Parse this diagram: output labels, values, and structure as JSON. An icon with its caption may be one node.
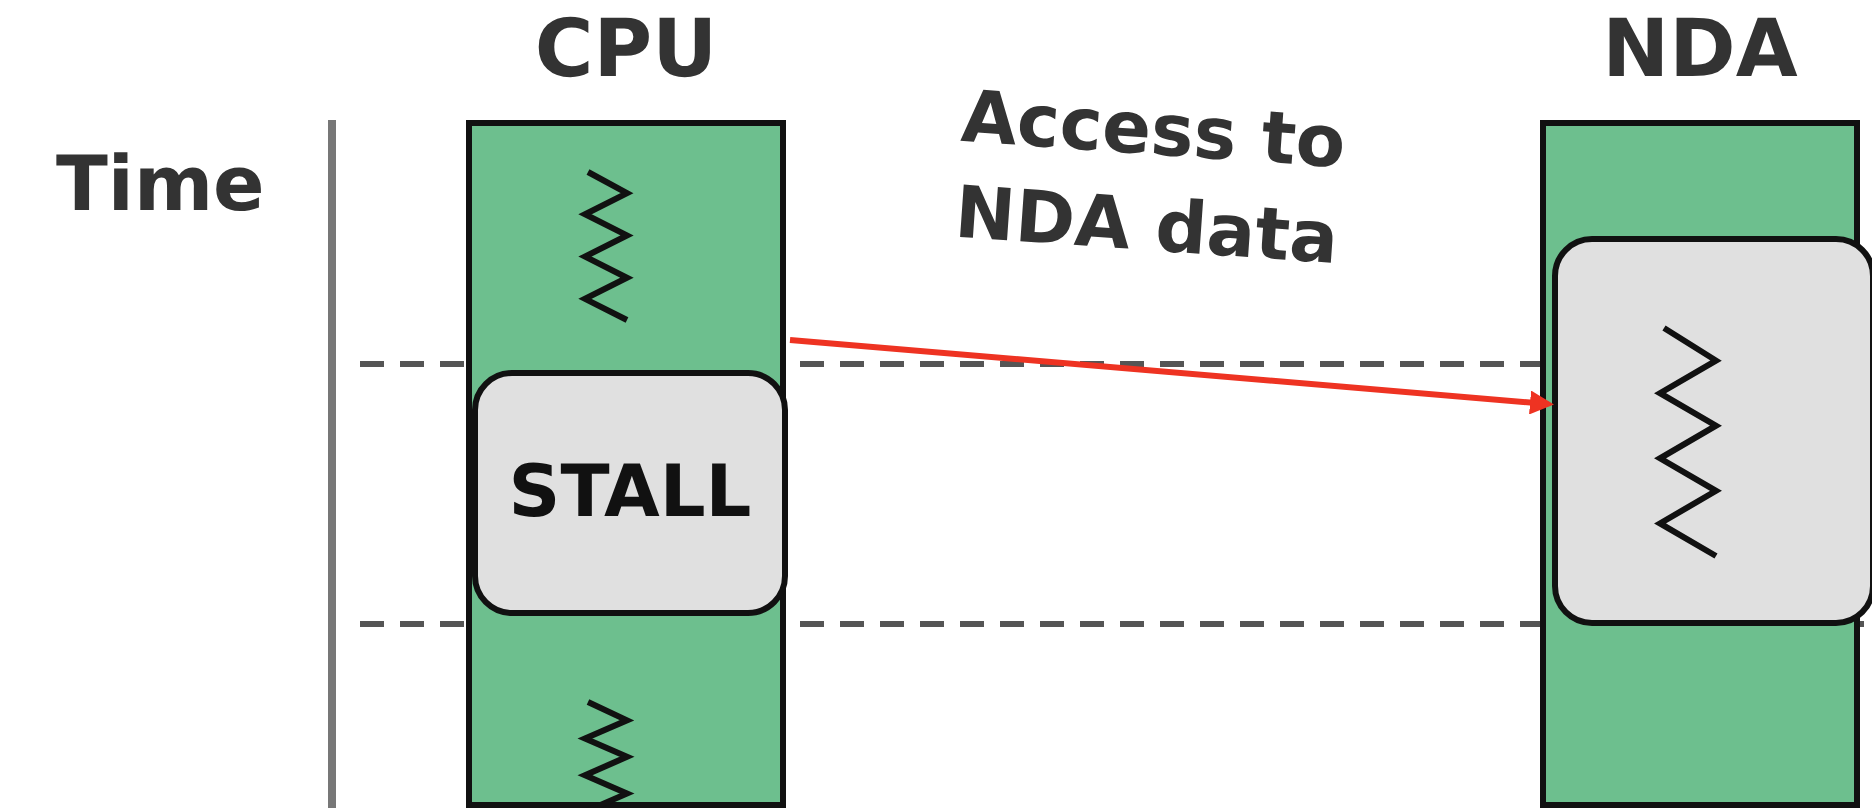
{
  "diagram": {
    "nodes": [
      {
        "text": [
          "CPU"
        ]
      },
      {
        "text": [
          "STALL"
        ],
        "in": 0
      },
      {
        "text": [
          "NDA"
        ]
      },
      {
        "text": [],
        "shape": "box",
        "in": 2
      }
    ],
    "edges": [
      {
        "from": 0,
        "to": 3,
        "arrow": "to",
        "label": "Access to NDA data",
        "color": "#ee3322"
      }
    ],
    "labels": [
      "Time"
    ]
  }
}
